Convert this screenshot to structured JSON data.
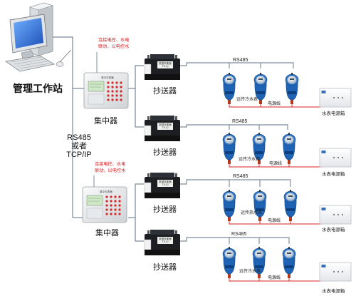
{
  "station": {
    "label": "管理工作站"
  },
  "protocol": {
    "line1": "RS485",
    "line2": "或者",
    "line3": "TCP/IP"
  },
  "concentrators": [
    {
      "label": "集中器",
      "note_line1": "连接电控、水电",
      "note_line2": "联动，以电控水",
      "collectors": [
        {
          "label": "抄送器",
          "bus": "RS485",
          "meter_label": "远传冷水表",
          "power_line": "电源线",
          "box_label": "水表电源箱"
        },
        {
          "label": "抄送器",
          "bus": "RS485",
          "meter_label": "远传冷水表",
          "power_line": "电源线",
          "box_label": "水表电源箱"
        }
      ]
    },
    {
      "label": "集中器",
      "note_line1": "连接电控、水电",
      "note_line2": "联动，以电控水",
      "collectors": [
        {
          "label": "抄送器",
          "bus": "RS485",
          "meter_label": "远传热水表",
          "power_line": "电源线",
          "box_label": "水表电源箱"
        },
        {
          "label": "抄送器",
          "bus": "RS485",
          "meter_label": "远传冷水表",
          "power_line": "电源线",
          "box_label": "水表电源箱"
        }
      ]
    }
  ],
  "colors": {
    "bus_line": "#5b6f86",
    "power_line": "#d62020",
    "note_text": "#d62020",
    "meter_blue": "#1f64b4",
    "meter_red": "#b83a1e",
    "device_dark": "#1c1e22",
    "panel": "#eef1ee"
  }
}
